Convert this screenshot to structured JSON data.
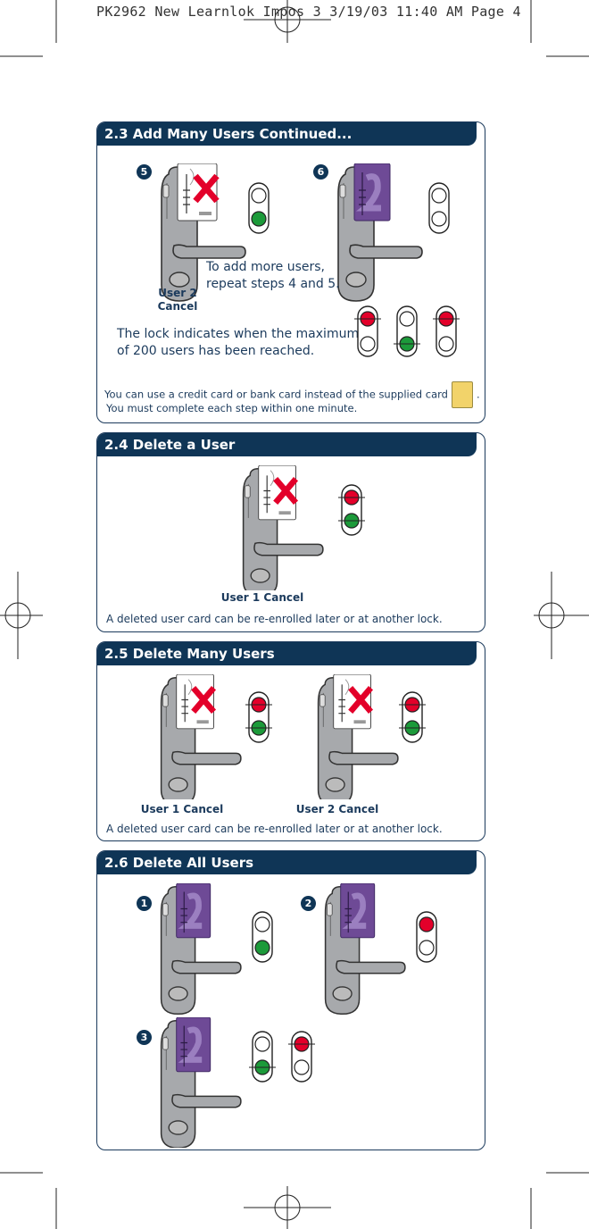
{
  "slug": "PK2962 New Learnlok Impos 3  3/19/03  11:40 AM  Page 4",
  "colors": {
    "heading_bg": "#0f3556",
    "text": "#1b3a5c",
    "led_red": "#e3002a",
    "led_green": "#1c9a3a",
    "card_purple": "#6e4a96",
    "lock_grey": "#a7a9ac"
  },
  "icons": [
    "lock-icon",
    "card-icon",
    "cross-icon",
    "led-icon"
  ],
  "s23": {
    "title": "2.3 Add Many Users Continued...",
    "step5": "5",
    "step6": "6",
    "user2_cancel_line1": "User 2",
    "user2_cancel_line2": "Cancel",
    "repeat_line1": "To add more users,",
    "repeat_line2": "repeat steps 4 and 5.",
    "max_line1": "The lock indicates when the maximum",
    "max_line2": "of 200 users has been reached.",
    "note_line1_a": "You can use a credit card or bank card instead of the supplied card",
    "note_line1_b": ".",
    "note_line2": "You must complete each step within one minute."
  },
  "s24": {
    "title": "2.4 Delete a User",
    "user1_cancel": "User 1 Cancel",
    "note": "A deleted user card can be re-enrolled later or at another lock."
  },
  "s25": {
    "title": "2.5 Delete Many Users",
    "user1_cancel": "User 1 Cancel",
    "user2_cancel": "User 2 Cancel",
    "note": "A deleted user card can be re-enrolled later or at another lock."
  },
  "s26": {
    "title": "2.6 Delete All Users",
    "step1": "1",
    "step2": "2",
    "step3": "3"
  }
}
